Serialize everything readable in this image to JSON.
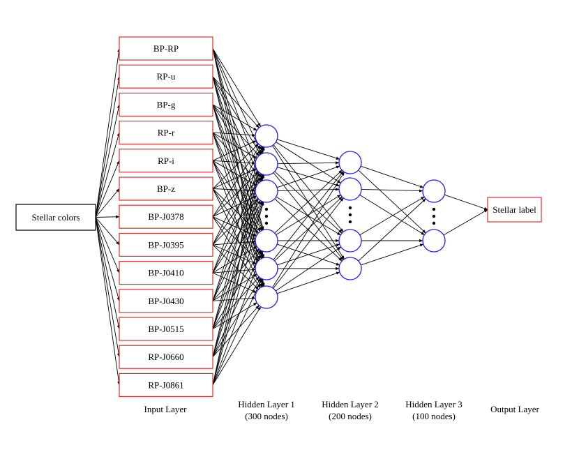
{
  "source_label": "Stellar colors",
  "inputs": [
    "BP-RP",
    "RP-u",
    "BP-g",
    "RP-r",
    "RP-i",
    "BP-z",
    "BP-J0378",
    "BP-J0395",
    "BP-J0410",
    "BP-J0430",
    "BP-J0515",
    "RP-J0660",
    "RP-J0861"
  ],
  "output_label": "Stellar label",
  "layers": {
    "input": "Input Layer",
    "hidden1": {
      "title": "Hidden Layer 1",
      "nodes": "(300 nodes)"
    },
    "hidden2": {
      "title": "Hidden Layer 2",
      "nodes": "(200 nodes)"
    },
    "hidden3": {
      "title": "Hidden Layer 3",
      "nodes": "(100 nodes)"
    },
    "output": "Output Layer"
  },
  "colors": {
    "input_box_border": "#e0302a",
    "source_box_border": "#000000",
    "node_border": "#1a1aff",
    "edge": "#000000"
  }
}
